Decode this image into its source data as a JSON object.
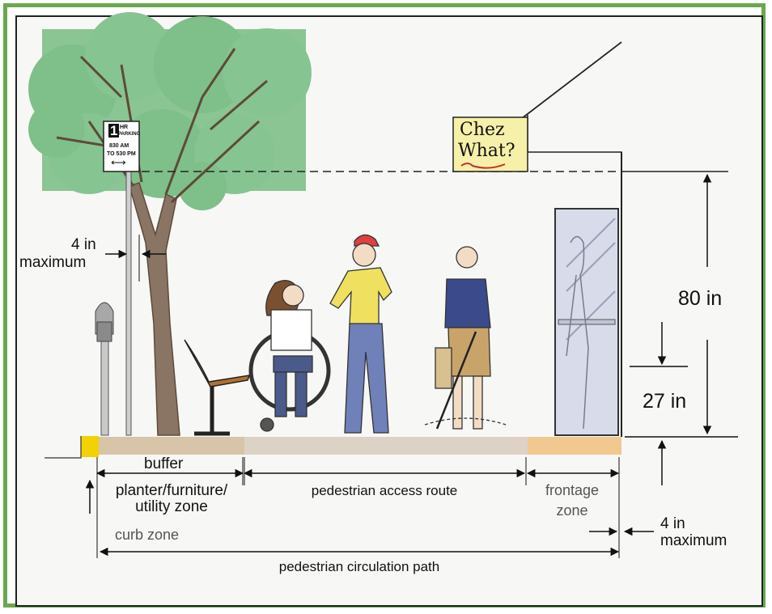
{
  "colors": {
    "frame": "#6aa84f",
    "foliage": "#7fbf8a",
    "trunk": "#6e5a48",
    "sidewalk": "#d8c4a8",
    "frontage_ground": "#f0c890",
    "curb": "#f2d200",
    "sign_bg": "#f6f0a8",
    "glass": "#d8dcea"
  },
  "parking_sign": {
    "number": "1",
    "top_line_1": "HR",
    "top_line_2": "PARKING",
    "hours_1": "830 AM",
    "hours_2": "TO 530 PM",
    "arrow": "⟷"
  },
  "shop_sign": {
    "line1": "Chez",
    "line2": "What?"
  },
  "labels": {
    "sign_clearance_value": "4 in",
    "sign_clearance_word": "maximum",
    "headroom": "80 in",
    "protrusion_height": "27 in",
    "door_protrusion_value": "4 in",
    "door_protrusion_word": "maximum",
    "buffer": "buffer",
    "planter_zone_1": "planter/furniture/",
    "planter_zone_2": "utility zone",
    "curb_zone": "curb zone",
    "access_route": "pedestrian access route",
    "frontage_1": "frontage",
    "frontage_2": "zone",
    "circulation_path": "pedestrian circulation path"
  }
}
